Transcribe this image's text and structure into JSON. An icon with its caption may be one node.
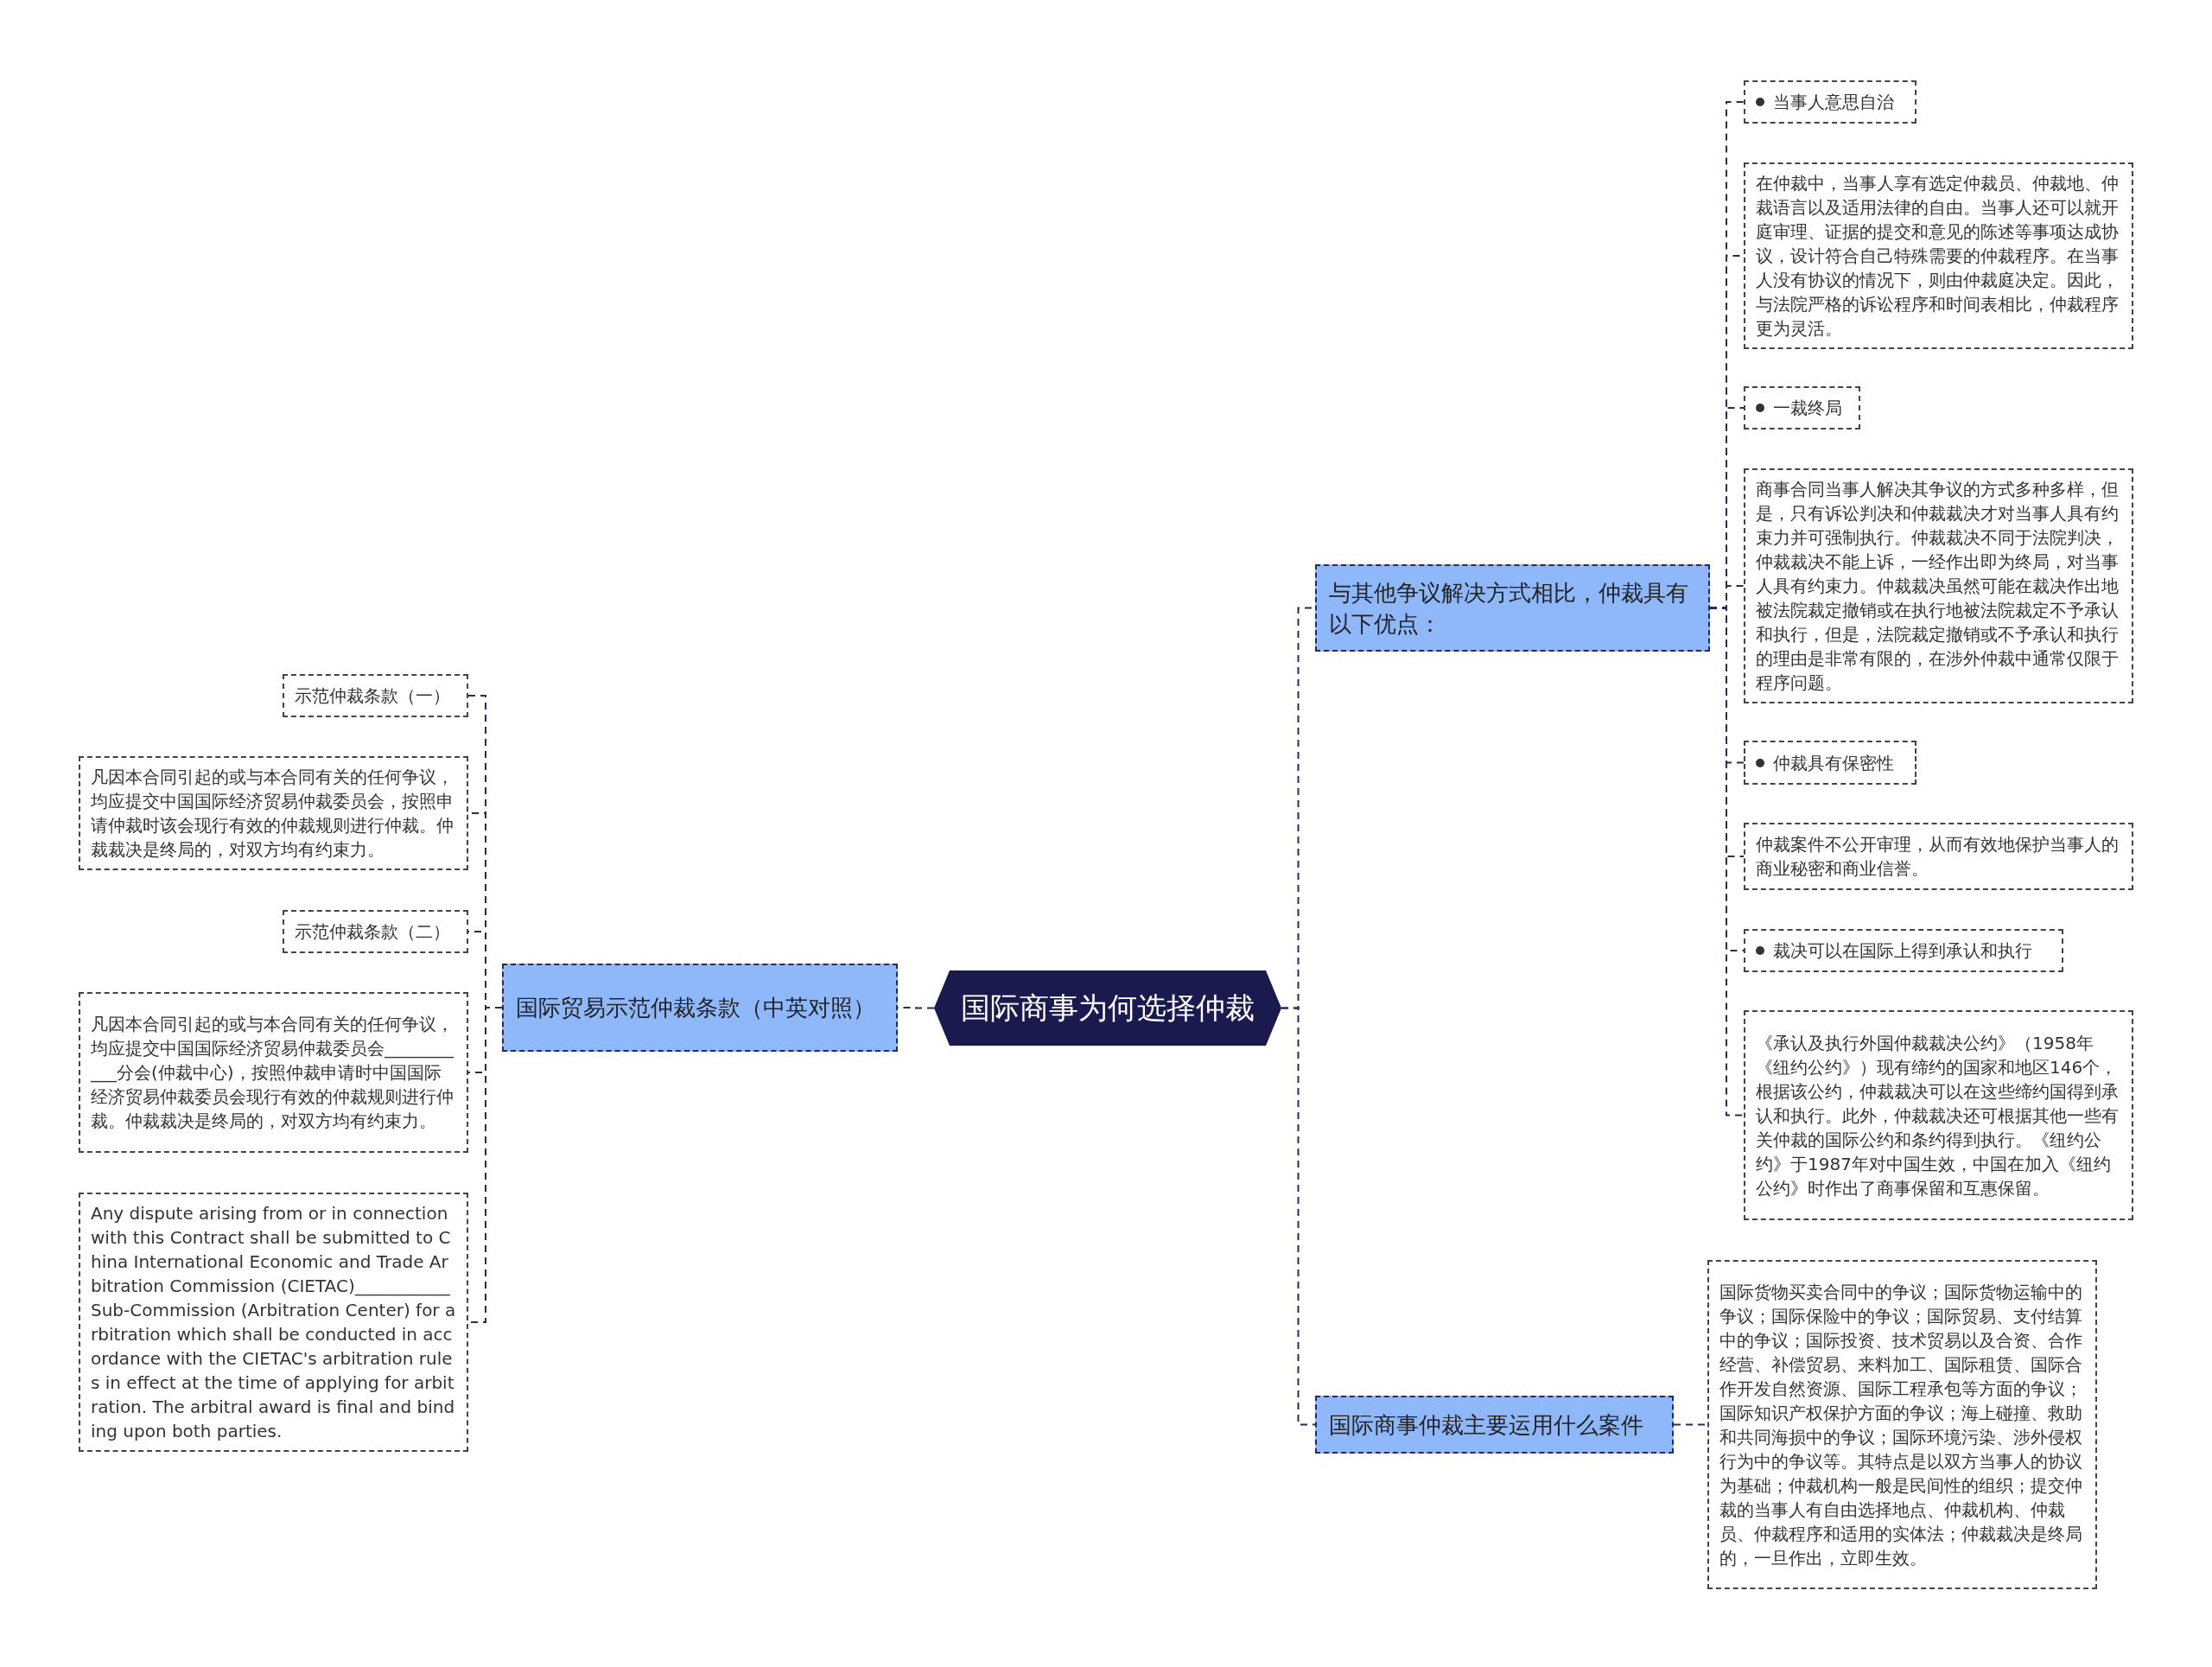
{
  "diagram": {
    "nodes": [
      {
        "text": [
          "国际商事为何选择仲裁"
        ]
      },
      {
        "text": [
          "国际贸易示范仲裁条款（中英对照）"
        ]
      },
      {
        "text": [
          "示范仲裁条款（一）"
        ]
      },
      {
        "text": [
          "凡因本合同引起的或与本合同有关的任何争议，均应提交中国国际经济贸易仲裁委员会，按照申请仲裁时该会现行有效的仲裁规则进行仲裁。仲裁裁决是终局的，对双方均有约束力。"
        ]
      },
      {
        "text": [
          "示范仲裁条款（二）"
        ]
      },
      {
        "text": [
          "凡因本合同引起的或与本合同有关的任何争议，均应提交中国国际经济贸易仲裁委员会___________分会(仲裁中心)，按照仲裁申请时中国国际经济贸易仲裁委员会现行有效的仲裁规则进行仲裁。仲裁裁决是终局的，对双方均有约束力。"
        ]
      },
      {
        "text": [
          "Any dispute arising from or in connection with this Contract shall be submitted to China International Economic and Trade Arbitration Commission (CIETAC)___________Sub-Commission (Arbitration Center) for arbitration which shall be conducted in accordance with the CIETAC's arbitration rules in effect at the time of applying for arbitration. The arbitral award is final and binding upon both parties."
        ]
      },
      {
        "text": [
          "与其他争议解决方式相比，仲裁具有以下优点："
        ]
      },
      {
        "text": [
          "当事人意思自治"
        ]
      },
      {
        "text": [
          "在仲裁中，当事人享有选定仲裁员、仲裁地、仲裁语言以及适用法律的自由。当事人还可以就开庭审理、证据的提交和意见的陈述等事项达成协议，设计符合自己特殊需要的仲裁程序。在当事人没有协议的情况下，则由仲裁庭决定。因此，与法院严格的诉讼程序和时间表相比，仲裁程序更为灵活。"
        ]
      },
      {
        "text": [
          "一裁终局"
        ]
      },
      {
        "text": [
          "商事合同当事人解决其争议的方式多种多样，但是，只有诉讼判决和仲裁裁决才对当事人具有约束力并可强制执行。仲裁裁决不同于法院判决，仲裁裁决不能上诉，一经作出即为终局，对当事人具有约束力。仲裁裁决虽然可能在裁决作出地被法院裁定撤销或在执行地被法院裁定不予承认和执行，但是，法院裁定撤销或不予承认和执行的理由是非常有限的，在涉外仲裁中通常仅限于程序问题。"
        ]
      },
      {
        "text": [
          "仲裁具有保密性"
        ]
      },
      {
        "text": [
          "仲裁案件不公开审理，从而有效地保护当事人的商业秘密和商业信誉。"
        ]
      },
      {
        "text": [
          "裁决可以在国际上得到承认和执行"
        ]
      },
      {
        "text": [
          "《承认及执行外国仲裁裁决公约》（1958年《纽约公约》）现有缔约的国家和地区146个，根据该公约，仲裁裁决可以在这些缔约国得到承认和执行。此外，仲裁裁决还可根据其他一些有关仲裁的国际公约和条约得到执行。《纽约公约》于1987年对中国生效，中国在加入《纽约公约》时作出了商事保留和互惠保留。"
        ]
      },
      {
        "text": [
          "国际商事仲裁主要运用什么案件"
        ]
      },
      {
        "text": [
          "国际货物买卖合同中的争议；国际货物运输中的争议；国际保险中的争议；国际贸易、支付结算中的争议；国际投资、技术贸易以及合资、合作经营、补偿贸易、来料加工、国际租赁、国际合作开发自然资源、国际工程承包等方面的争议；国际知识产权保护方面的争议；海上碰撞、救助和共同海损中的争议；国际环境污染、涉外侵权行为中的争议等。其特点是以双方当事人的协议为基础；仲裁机构一般是民间性的组织；提交仲裁的当事人有自由选择地点、仲裁机构、仲裁员、仲裁程序和适用的实体法；仲裁裁决是终局的，一旦作出，立即生效。"
        ]
      }
    ],
    "edges": [
      {
        "from": 0,
        "to": 1,
        "arrow": "none",
        "style": "dashed"
      },
      {
        "from": 0,
        "to": 7,
        "arrow": "none",
        "style": "dashed"
      },
      {
        "from": 0,
        "to": 16,
        "arrow": "none",
        "style": "dashed"
      },
      {
        "from": 1,
        "to": 2,
        "arrow": "none",
        "style": "dashed"
      },
      {
        "from": 1,
        "to": 3,
        "arrow": "none",
        "style": "dashed"
      },
      {
        "from": 1,
        "to": 4,
        "arrow": "none",
        "style": "dashed"
      },
      {
        "from": 1,
        "to": 5,
        "arrow": "none",
        "style": "dashed"
      },
      {
        "from": 1,
        "to": 6,
        "arrow": "none",
        "style": "dashed"
      },
      {
        "from": 7,
        "to": 8,
        "arrow": "none",
        "style": "dashed"
      },
      {
        "from": 7,
        "to": 9,
        "arrow": "none",
        "style": "dashed"
      },
      {
        "from": 7,
        "to": 10,
        "arrow": "none",
        "style": "dashed"
      },
      {
        "from": 7,
        "to": 11,
        "arrow": "none",
        "style": "dashed"
      },
      {
        "from": 7,
        "to": 12,
        "arrow": "none",
        "style": "dashed"
      },
      {
        "from": 7,
        "to": 13,
        "arrow": "none",
        "style": "dashed"
      },
      {
        "from": 7,
        "to": 14,
        "arrow": "none",
        "style": "dashed"
      },
      {
        "from": 7,
        "to": 15,
        "arrow": "none",
        "style": "dashed"
      },
      {
        "from": 16,
        "to": 17,
        "arrow": "none",
        "style": "dashed"
      }
    ]
  }
}
